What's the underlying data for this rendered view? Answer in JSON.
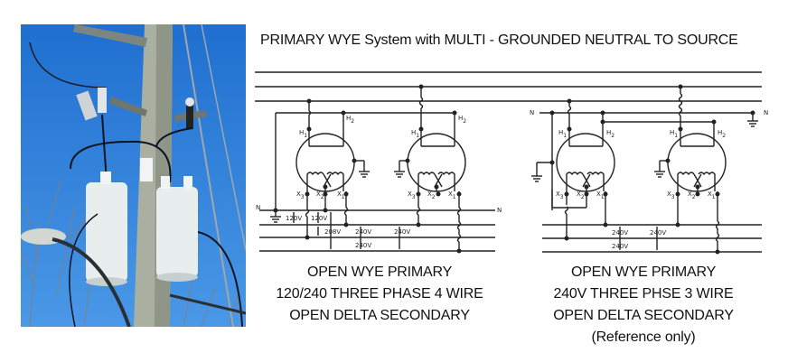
{
  "title": "PRIMARY WYE System with MULTI - GROUNDED NEUTRAL TO SOURCE",
  "photo": {
    "description": "Utility pole with two pole-mounted transformers, cutouts, street light and bare tree against blue sky",
    "icon": "photo-icon"
  },
  "diagram_left": {
    "neutral_label_left": "N",
    "neutral_label_right": "N",
    "terminals": {
      "h1": "H",
      "h1_sub": "1",
      "h2": "H",
      "h2_sub": "2",
      "x1": "X",
      "x1_sub": "1",
      "x2": "X",
      "x2_sub": "2",
      "x3": "X",
      "x3_sub": "3"
    },
    "voltages": [
      "120V",
      "120V",
      "208V",
      "240V",
      "240V",
      "240V"
    ],
    "caption": [
      "OPEN WYE PRIMARY",
      "120/240 THREE PHASE 4 WIRE",
      "OPEN DELTA SECONDARY"
    ]
  },
  "diagram_right": {
    "neutral_label_left": "N",
    "neutral_label_right": "N",
    "voltages": [
      "240V",
      "240V",
      "240V"
    ],
    "caption": [
      "OPEN WYE PRIMARY",
      "240V THREE PHSE 3 WIRE",
      "OPEN DELTA SECONDARY",
      "(Reference only)"
    ]
  }
}
